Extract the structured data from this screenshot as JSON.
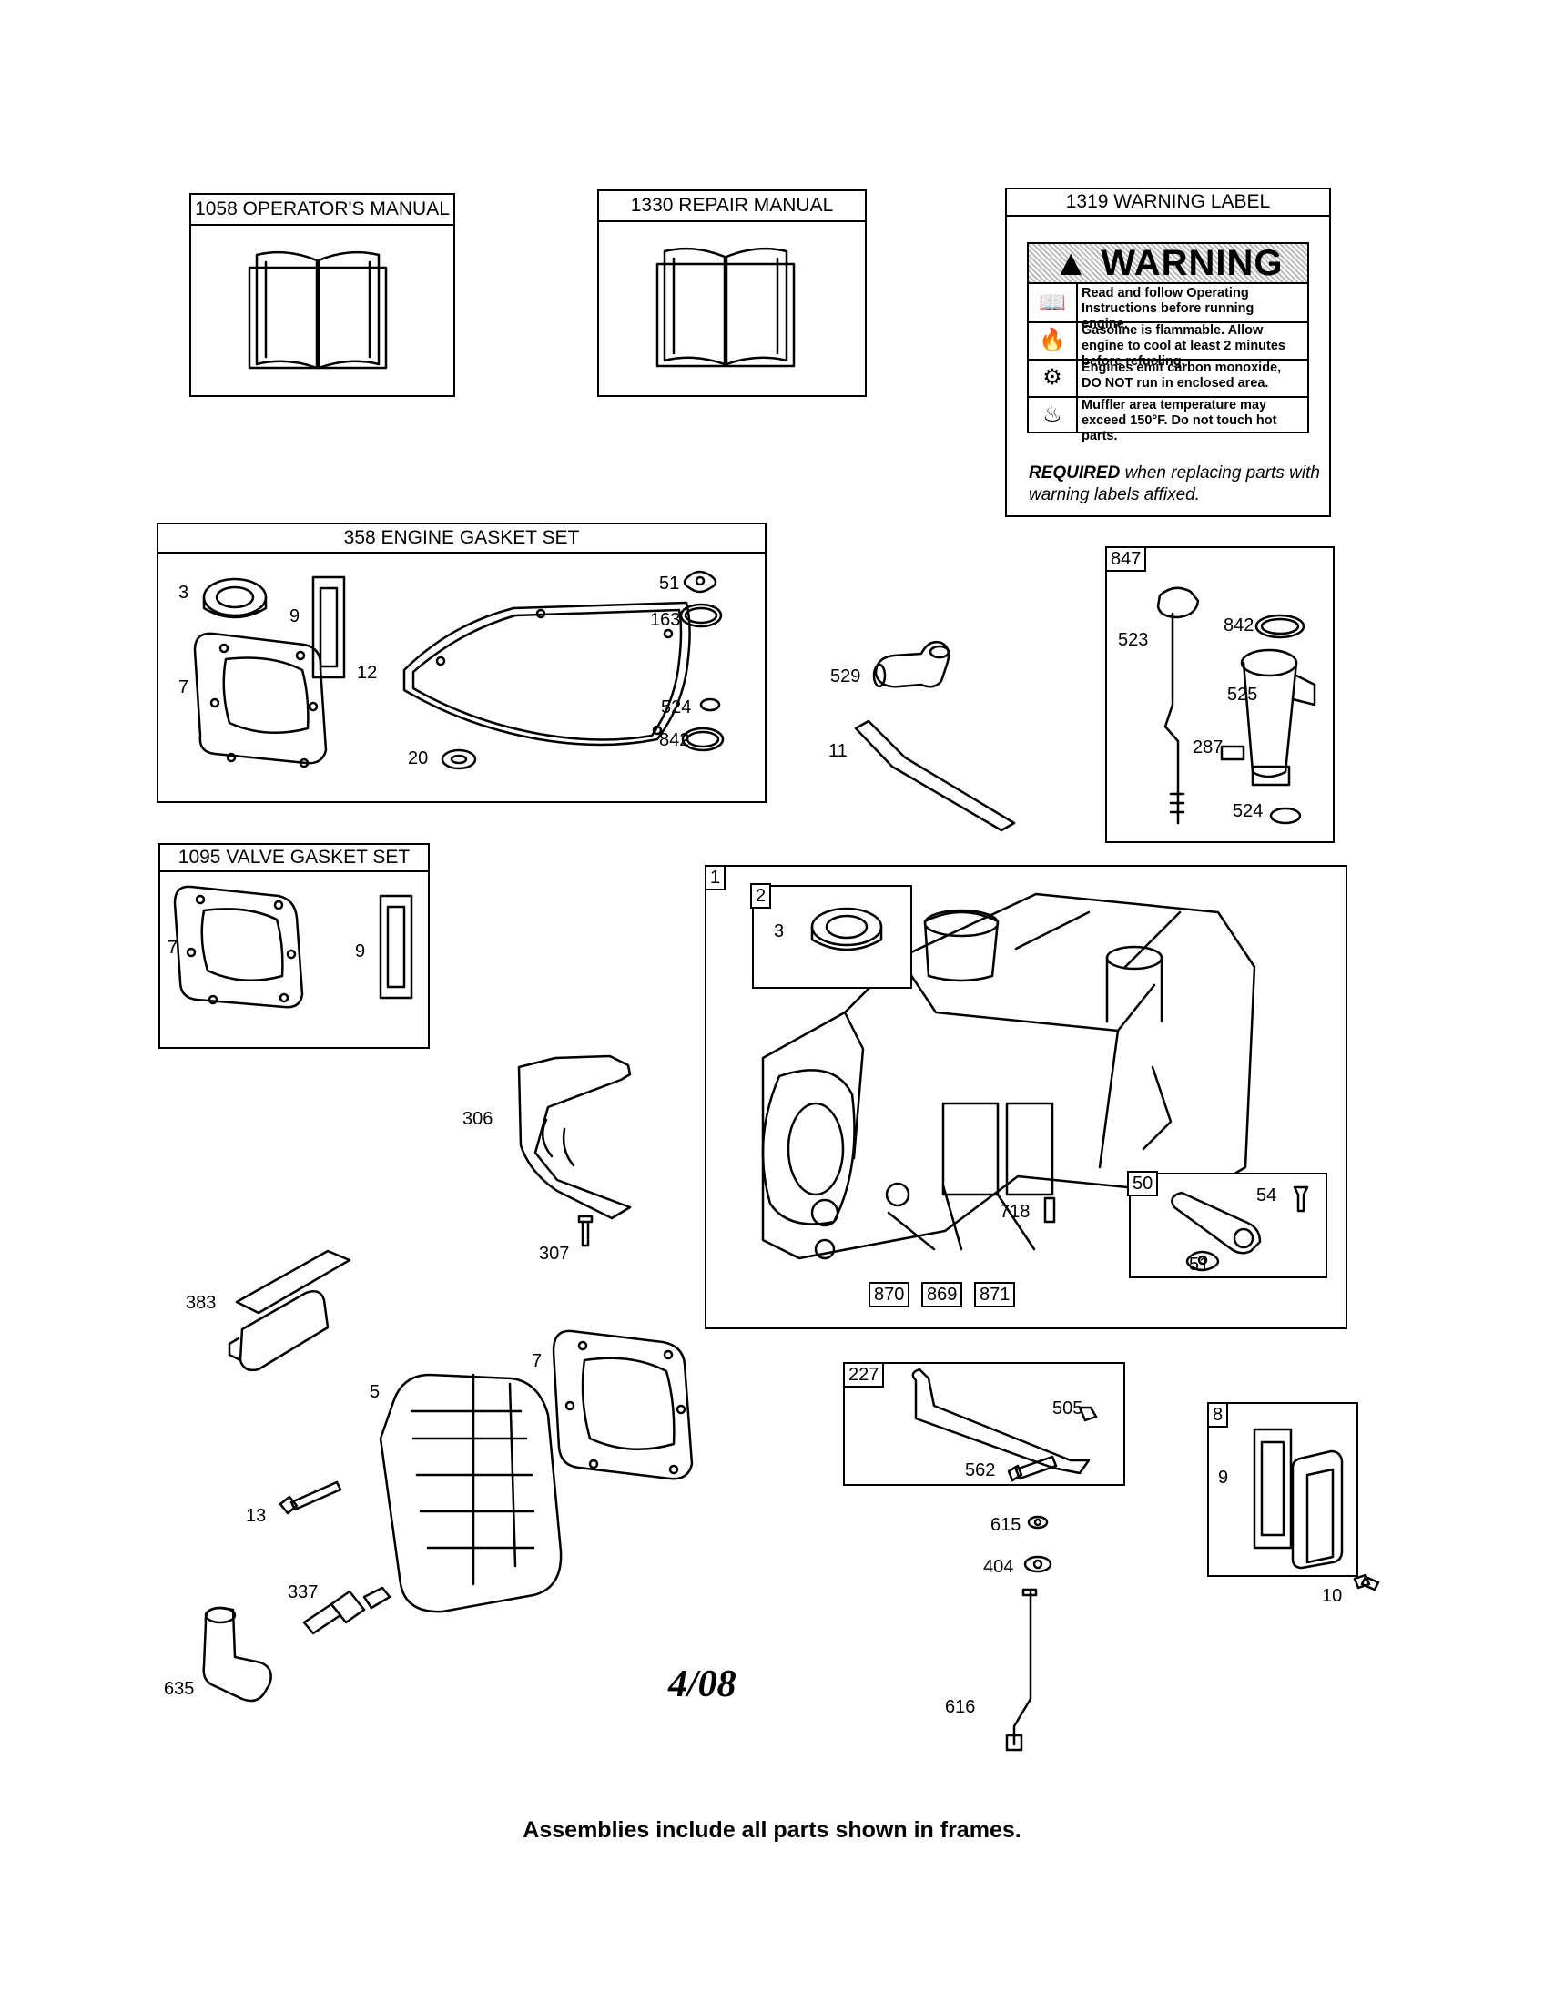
{
  "frames": {
    "operators_manual": "1058 OPERATOR'S MANUAL",
    "repair_manual": "1330 REPAIR MANUAL",
    "warning_label": "1319 WARNING LABEL",
    "engine_gasket_set": "358 ENGINE GASKET SET",
    "valve_gasket_set": "1095 VALVE GASKET SET"
  },
  "warning": {
    "heading": "WARNING",
    "rows": [
      {
        "icon": "book-icon",
        "text": "Read and follow Operating Instructions before running engine."
      },
      {
        "icon": "flame-icon",
        "text": "Gasoline is flammable. Allow engine to cool at least 2 minutes before refueling."
      },
      {
        "icon": "fumes-icon",
        "text": "Engines emit carbon monoxide, DO NOT run in enclosed area."
      },
      {
        "icon": "hand-heat-icon",
        "text": "Muffler area temperature may exceed 150°F. Do not touch hot parts."
      }
    ],
    "required_bold": "REQUIRED",
    "required_rest": " when replacing parts with warning labels affixed."
  },
  "tags": {
    "t847": "847",
    "t1": "1",
    "t2": "2",
    "t50": "50",
    "t227": "227",
    "t8": "8",
    "t870": "870",
    "t869": "869",
    "t871": "871"
  },
  "labels": {
    "g3": "3",
    "g9": "9",
    "g7": "7",
    "g12": "12",
    "g20": "20",
    "g51": "51",
    "g163": "163",
    "g524": "524",
    "g842": "842",
    "p529": "529",
    "p11": "11",
    "d523": "523",
    "d842": "842",
    "d525": "525",
    "d287": "287",
    "d524": "524",
    "v7": "7",
    "v9": "9",
    "c3": "3",
    "c718": "718",
    "c54": "54",
    "c51": "51",
    "p306": "306",
    "p307": "307",
    "p383": "383",
    "p7": "7",
    "p5": "5",
    "p13": "13",
    "p337": "337",
    "p635": "635",
    "l505": "505",
    "l562": "562",
    "l615": "615",
    "l404": "404",
    "l616": "616",
    "b9": "9",
    "b10": "10"
  },
  "date_stamp": "4/08",
  "footer": "Assemblies include all parts shown in frames."
}
